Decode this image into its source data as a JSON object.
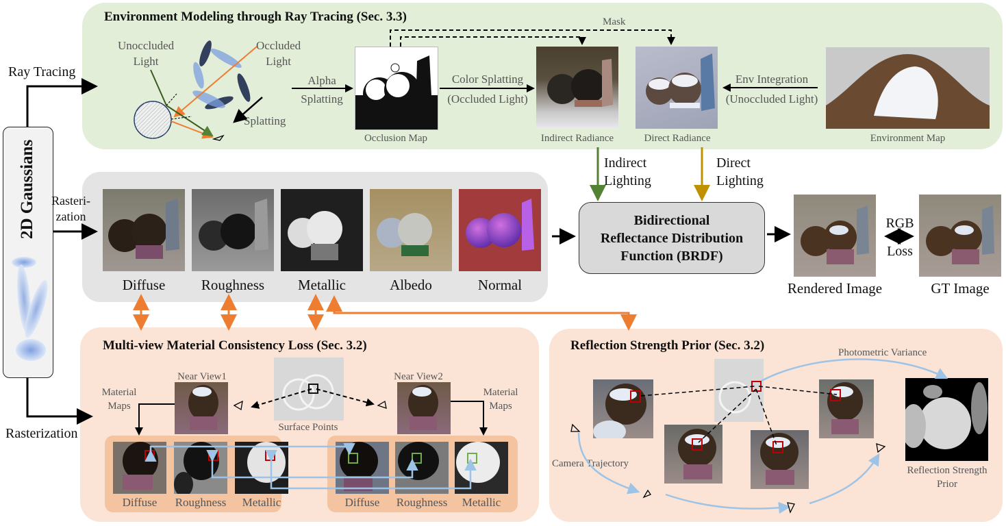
{
  "figure": {
    "gaussians_label": "2D Gaussians",
    "left_arrows": {
      "ray_tracing": "Ray Tracing",
      "rasterization_top": "Rasteri-\nzation",
      "rasterization_bottom": "Rasterization"
    },
    "env_panel": {
      "title": "Environment Modeling through Ray Tracing (Sec. 3.3)",
      "unoccluded_light": "Unoccluded\nLight",
      "occluded_light": "Occluded\nLight",
      "splatting": "Splatting",
      "alpha_splatting_top": "Alpha",
      "alpha_splatting_bottom": "Splatting",
      "occlusion_map": "Occlusion Map",
      "color_splatting_top": "Color Splatting",
      "color_splatting_bottom": "(Occluded Light)",
      "mask": "Mask",
      "indirect_radiance": "Indirect Radiance",
      "direct_radiance": "Direct Radiance",
      "env_integration_top": "Env Integration",
      "env_integration_bottom": "(Unoccluded Light)",
      "environment_map": "Environment Map"
    },
    "lighting": {
      "indirect": "Indirect\nLighting",
      "direct": "Direct\nLighting"
    },
    "material_panel": {
      "maps": [
        "Diffuse",
        "Roughness",
        "Metallic",
        "Albedo",
        "Normal"
      ]
    },
    "brdf": "Bidirectional\nReflectance Distribution\nFunction (BRDF)",
    "output": {
      "rendered": "Rendered Image",
      "gt": "GT Image",
      "loss_top": "RGB",
      "loss_bottom": "Loss"
    },
    "mv_panel": {
      "title": "Multi-view Material Consistency Loss (Sec. 3.2)",
      "near_view1": "Near View1",
      "near_view2": "Near View2",
      "material_maps_left": "Material\nMaps",
      "material_maps_right": "Material\nMaps",
      "surface_points": "Surface Points",
      "maps_left": [
        "Diffuse",
        "Roughness",
        "Metallic"
      ],
      "maps_right": [
        "Diffuse",
        "Roughness",
        "Metallic"
      ]
    },
    "rs_panel": {
      "title": "Reflection Strength Prior (Sec. 3.2)",
      "photometric_variance": "Photometric Variance",
      "camera_trajectory": "Camera Trajectory",
      "prior": "Reflection Strength\nPrior"
    },
    "colors": {
      "green_panel": "#e2eed8",
      "gray_panel": "#e4e4e4",
      "peach_panel": "#fbe4d6",
      "peach_sub": "#f4c3a0",
      "orange_arrow": "#ed7d31",
      "indirect_arrow": "#548235",
      "direct_arrow": "#bf9000",
      "blue_arrow": "#9dc3e6",
      "red_box": "#c00000",
      "green_box": "#70ad47"
    }
  }
}
